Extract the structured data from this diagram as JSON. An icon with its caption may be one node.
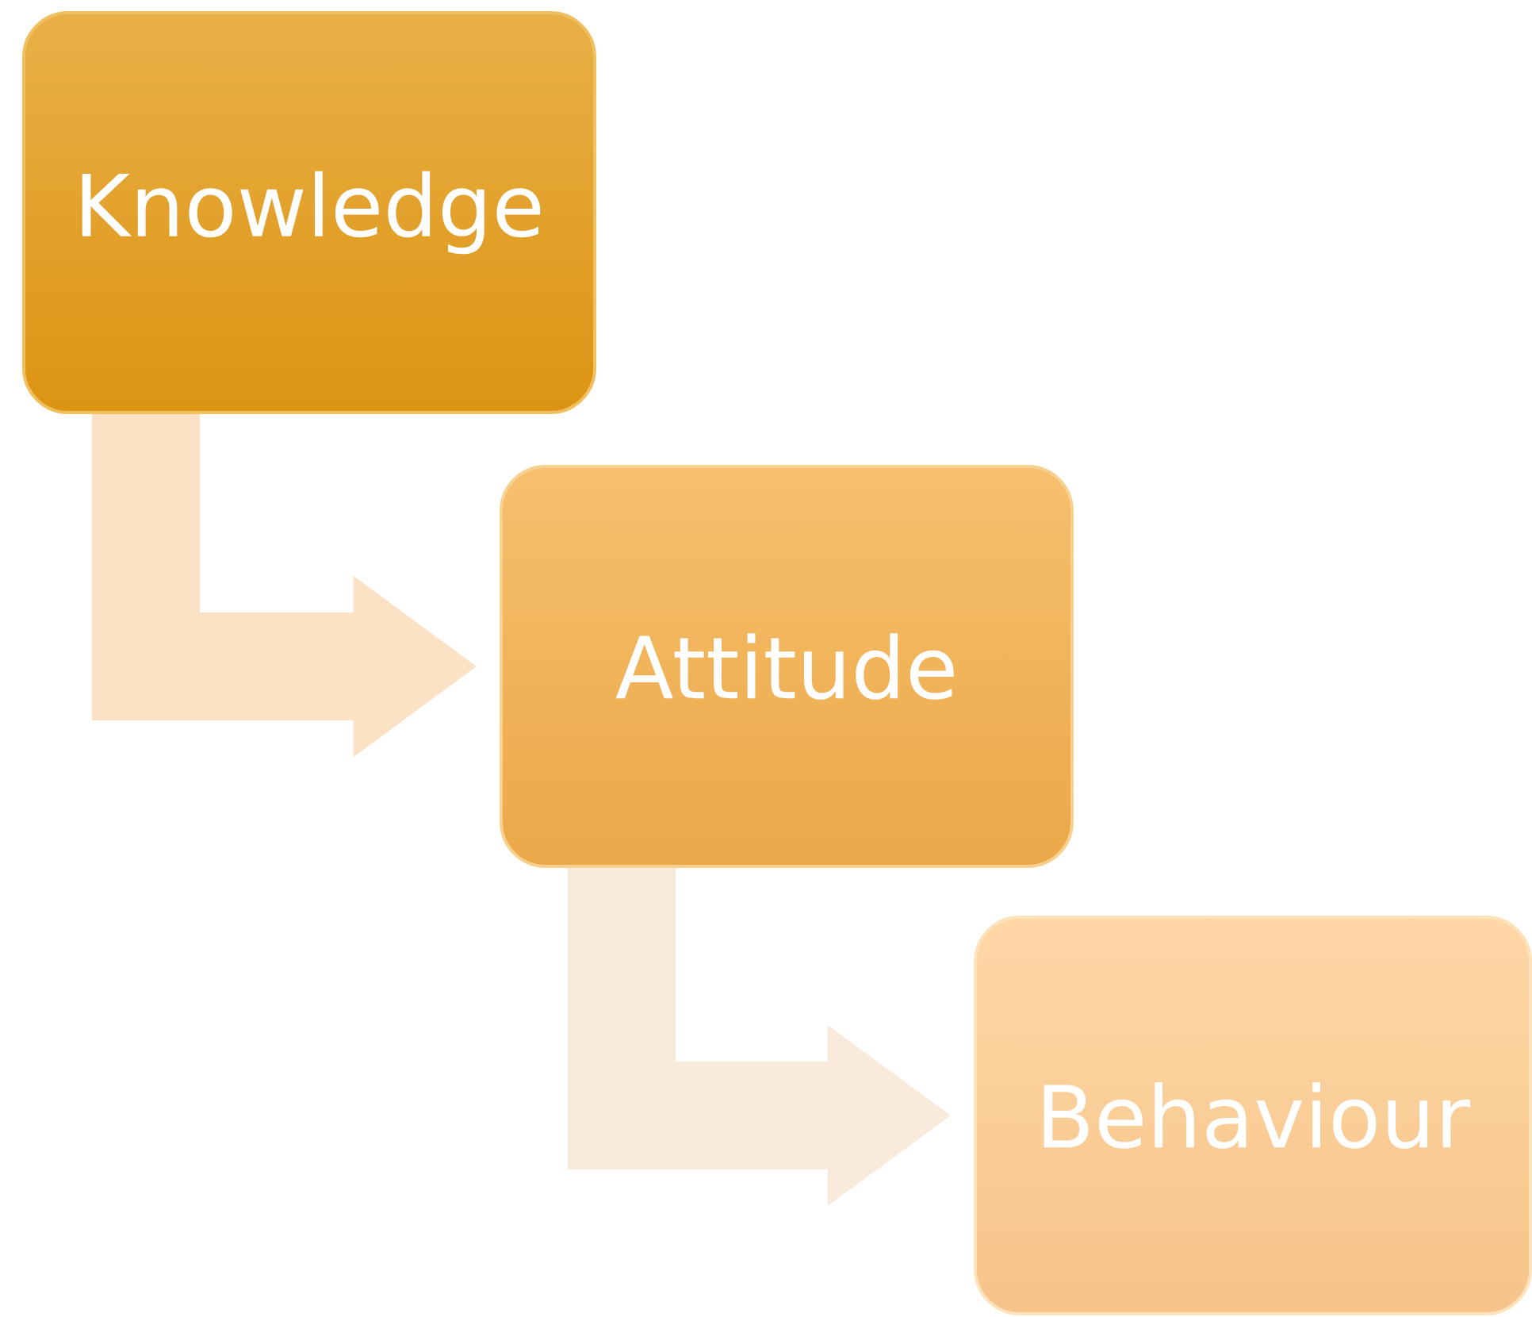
{
  "diagram": {
    "nodes": [
      {
        "text": [
          "Knowledge"
        ]
      },
      {
        "text": [
          "Attitude"
        ]
      },
      {
        "text": [
          "Behaviour"
        ]
      }
    ],
    "edges": [
      {
        "from": 0,
        "to": 1,
        "arrow": "to",
        "color": "#fbe2c4"
      },
      {
        "from": 1,
        "to": 2,
        "arrow": "to",
        "color": "#f8ebdc"
      }
    ]
  }
}
